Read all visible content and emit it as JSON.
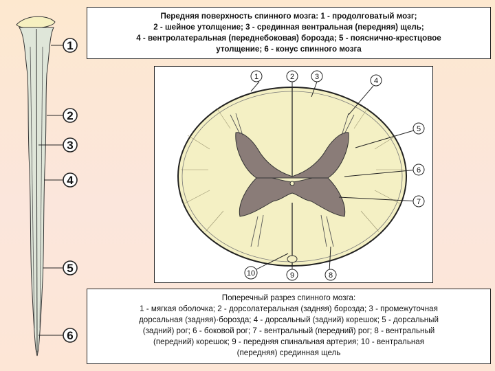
{
  "captions": {
    "top": [
      "Передняя поверхность спинного мозга: 1 - продолговатый мозг;",
      "2 - шейное утолщение; 3 - срединная вентральная (передняя) щель;",
      "4 - вентролатеральная (переднебоковая) борозда; 5 - пояснично-крестцовое",
      "утолщение; 6 - конус спинного мозга"
    ],
    "bottom": [
      "Поперечный разрез спинного мозга:",
      "1 - мягкая оболочка; 2 - дорсолатеральная (задняя) борозда; 3 - промежуточная",
      "дорсальная (задняя)·борозда; 4 - дорсальный (задний) корешок; 5 - дорсальный",
      "(задний) рог; 6 - боковой рог; 7 - вентральный (передний) рог; 8 - вентральный",
      "(передний) корешок; 9 - передняя спинальная артерия; 10 - вентральная",
      "(передняя) срединная щель"
    ]
  },
  "cord_labels": [
    "1",
    "2",
    "3",
    "4",
    "5",
    "6"
  ],
  "section_labels": [
    "1",
    "2",
    "3",
    "4",
    "5",
    "6",
    "7",
    "8",
    "9",
    "10"
  ],
  "colors": {
    "white_matter": "#f4f0c4",
    "gray_matter": "#8a7c78",
    "cord_fill": "#dfe6d9",
    "outline": "#222222"
  }
}
